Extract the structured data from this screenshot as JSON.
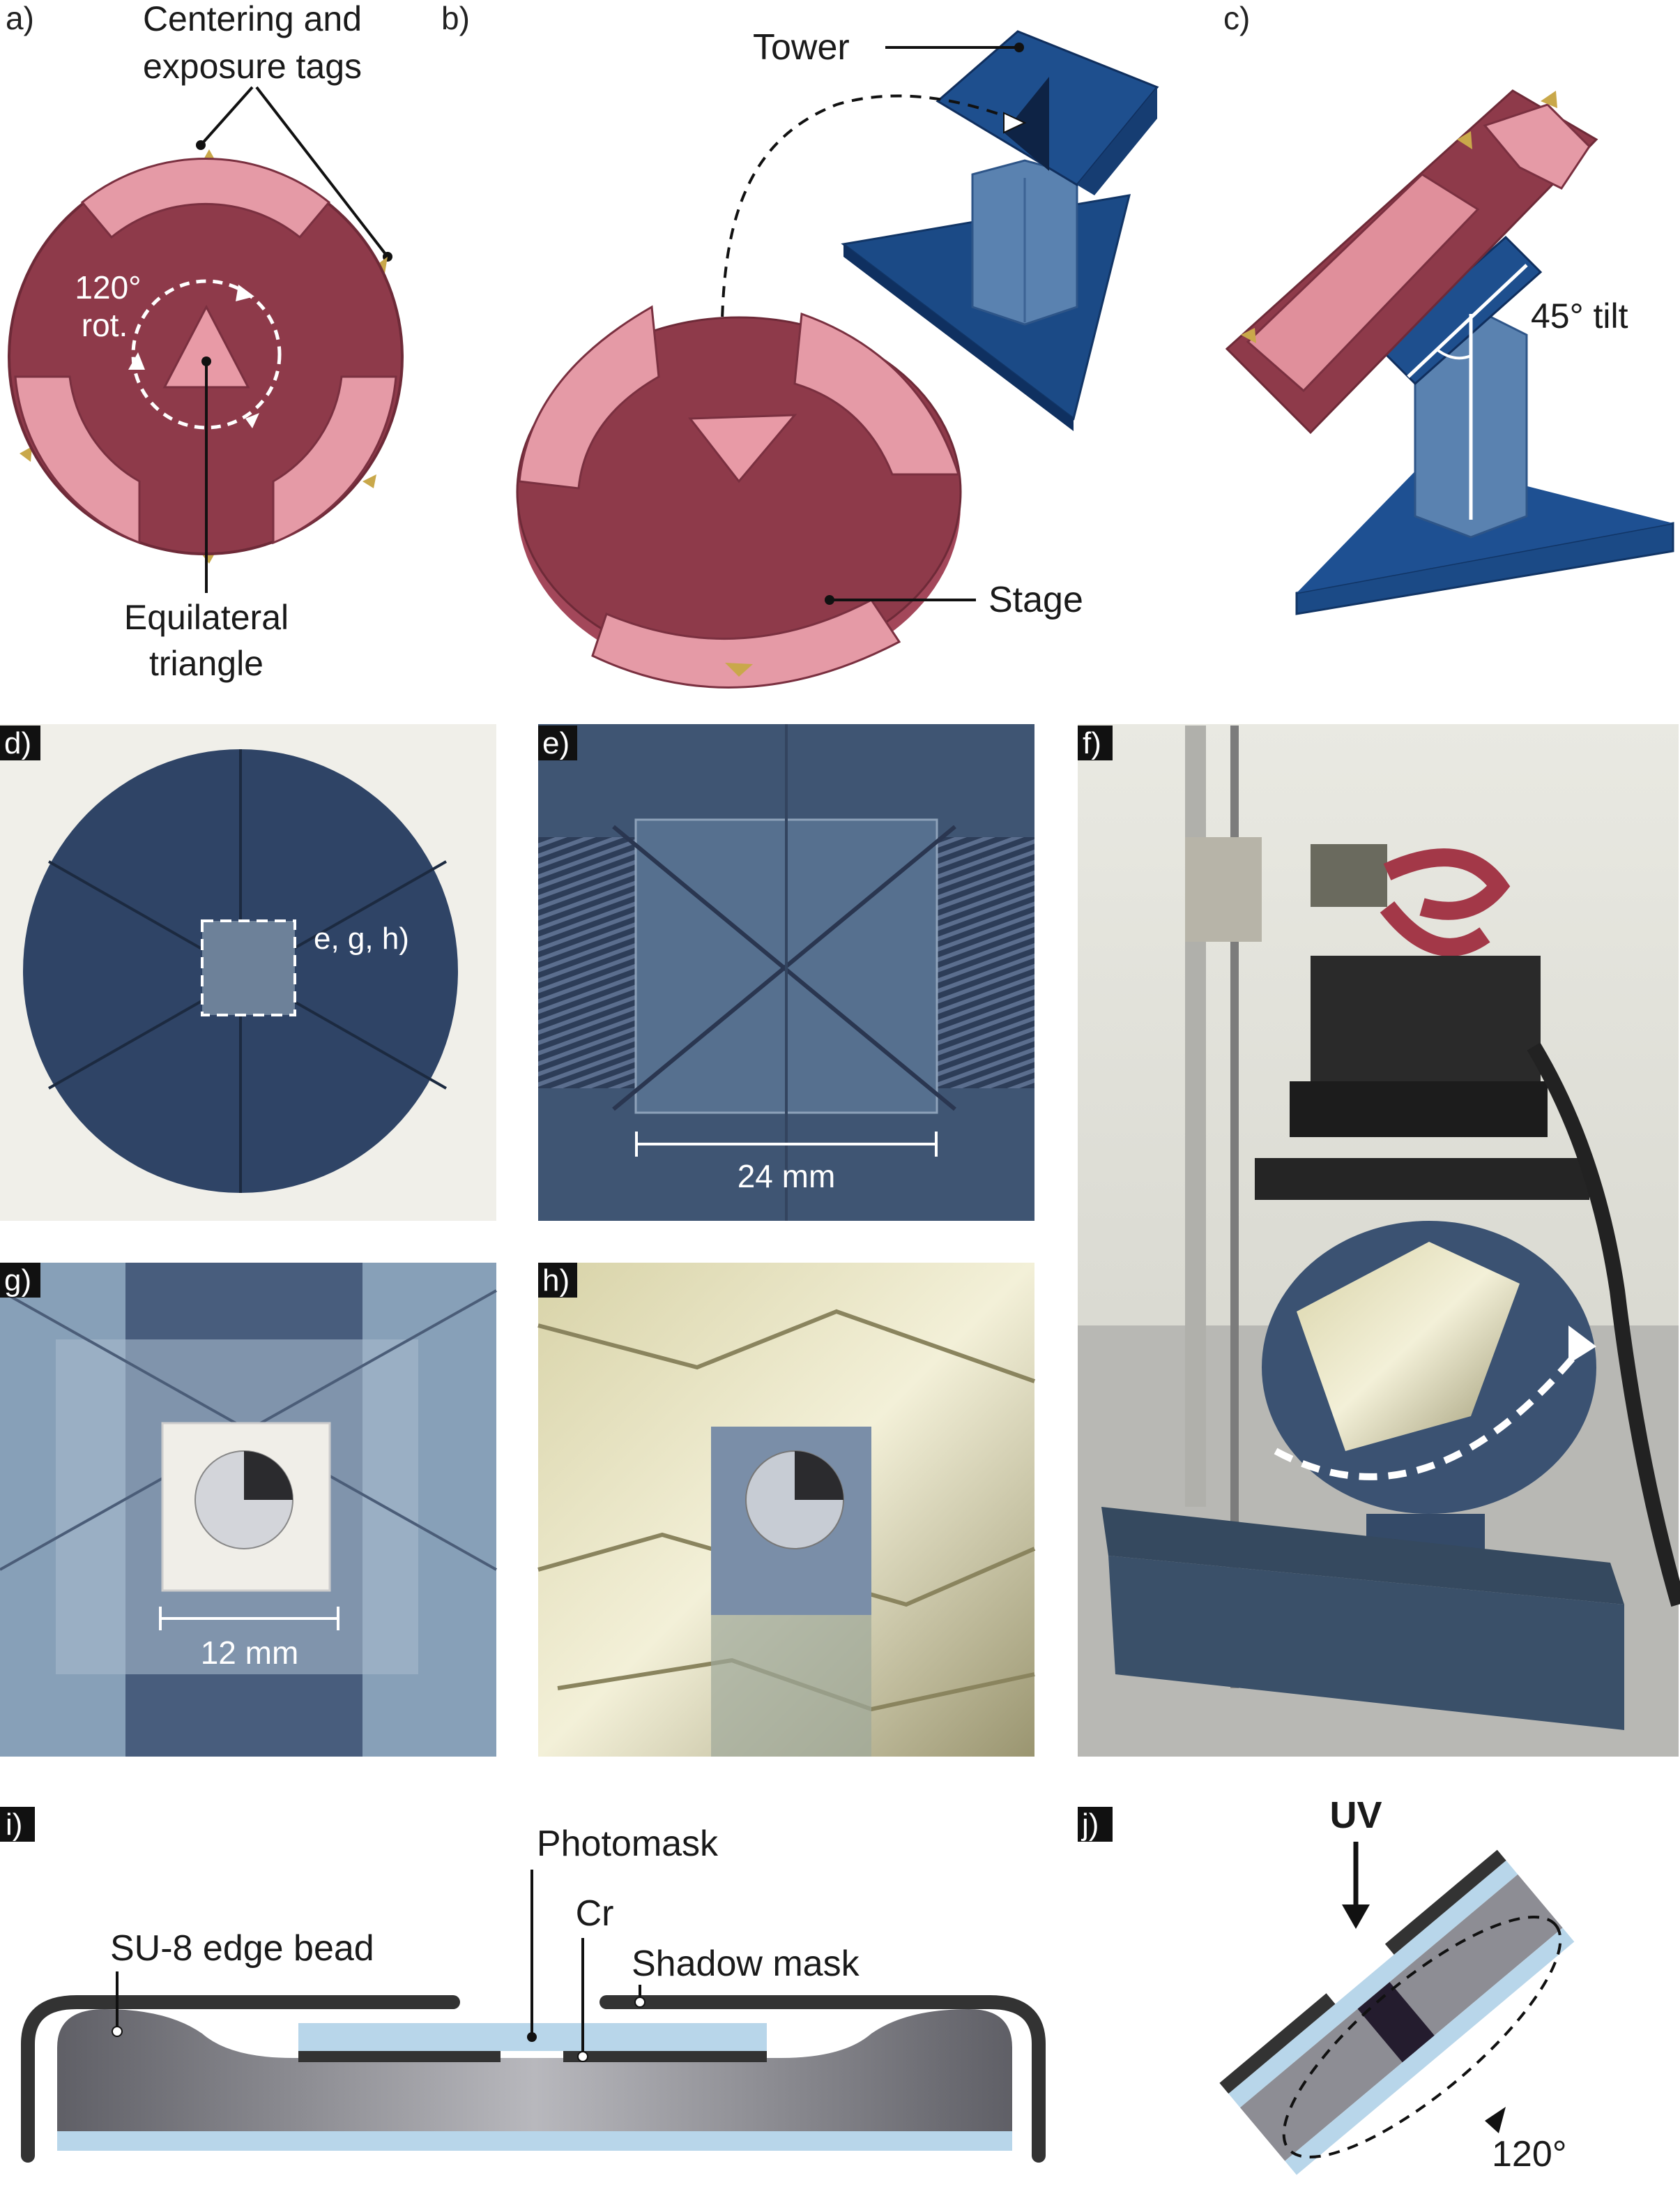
{
  "panel_labels": {
    "a": "a)",
    "b": "b)",
    "c": "c)",
    "d": "d)",
    "e": "e)",
    "f": "f)",
    "g": "g)",
    "h": "h)",
    "i": "i)",
    "j": "j)"
  },
  "panel_a": {
    "tags_label_line1": "Centering and",
    "tags_label_line2": "exposure tags",
    "rotation_line1": "120°",
    "rotation_line2": "rot.",
    "triangle_label_line1": "Equilateral",
    "triangle_label_line2": "triangle"
  },
  "panel_b": {
    "tower_label": "Tower",
    "stage_label": "Stage"
  },
  "panel_c": {
    "tilt_label": "45° tilt"
  },
  "panel_d": {
    "region_label": "e, g, h)"
  },
  "panel_e": {
    "scale_label": "24 mm"
  },
  "panel_g": {
    "scale_label": "12 mm"
  },
  "panel_i": {
    "photomask": "Photomask",
    "cr": "Cr",
    "edge_bead": "SU-8 edge bead",
    "shadow_mask": "Shadow mask"
  },
  "panel_j": {
    "uv": "UV",
    "rotation": "120°"
  },
  "colors": {
    "stage_dark": "#8e3a4a",
    "stage_light": "#e08f9b",
    "tower_navy": "#1b4a86",
    "tower_light": "#5a82b0",
    "photo_blue": "#3b4f6b",
    "mask_blue": "#b8d6ea",
    "su8_gray": "#8d8d94",
    "mask_black": "#333333"
  }
}
